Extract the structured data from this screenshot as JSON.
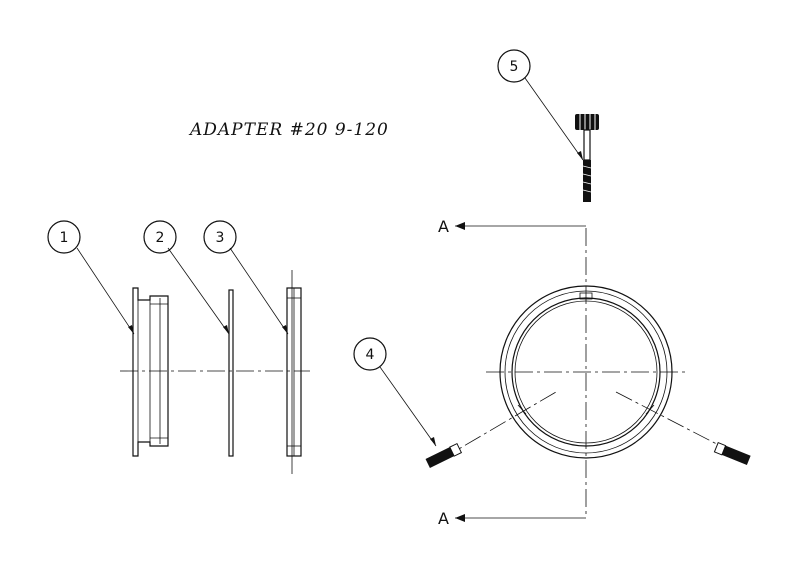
{
  "drawing": {
    "title": "ADAPTER #20  9-120",
    "balloons": [
      {
        "id": "balloon-1",
        "label": "1"
      },
      {
        "id": "balloon-2",
        "label": "2"
      },
      {
        "id": "balloon-3",
        "label": "3"
      },
      {
        "id": "balloon-4",
        "label": "4"
      },
      {
        "id": "balloon-5",
        "label": "5"
      }
    ],
    "section": {
      "top_label": "A",
      "bottom_label": "A"
    }
  }
}
